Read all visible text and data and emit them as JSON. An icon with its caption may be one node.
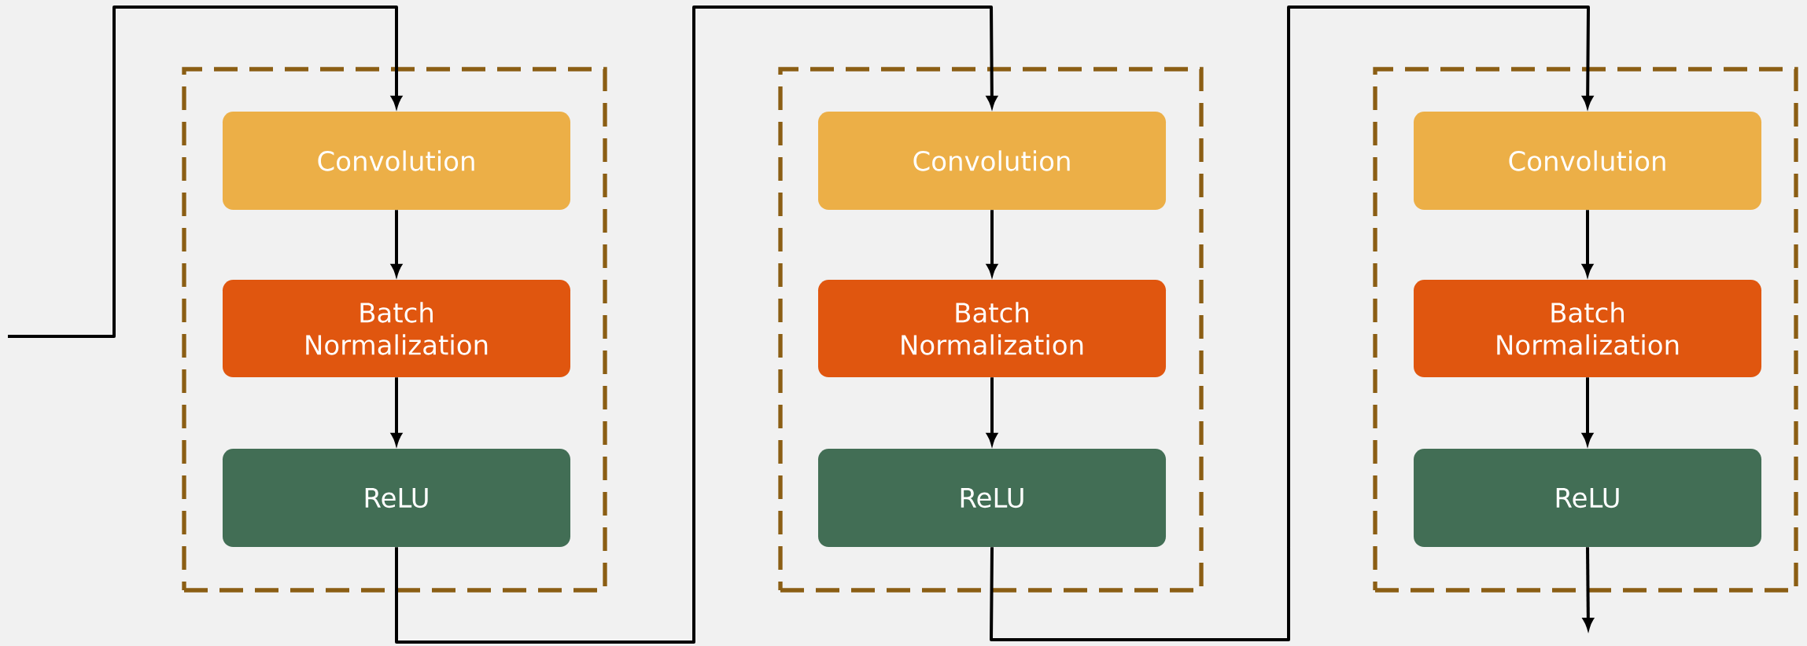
{
  "diagram": {
    "nodes": [
      {
        "text": [],
        "shape": "box"
      },
      {
        "text": [
          "Convolution"
        ],
        "in": 0
      },
      {
        "text": [
          "Batch Normalization"
        ],
        "in": 0
      },
      {
        "text": [
          "ReLU"
        ],
        "in": 0
      },
      {
        "text": [],
        "shape": "box"
      },
      {
        "text": [
          "Convolution"
        ],
        "in": 4
      },
      {
        "text": [
          "Batch Normalization"
        ],
        "in": 4
      },
      {
        "text": [
          "ReLU"
        ],
        "in": 4
      },
      {
        "text": [],
        "shape": "box"
      },
      {
        "text": [
          "Convolution"
        ],
        "in": 8
      },
      {
        "text": [
          "Batch Normalization"
        ],
        "in": 8
      },
      {
        "text": [
          "ReLU"
        ],
        "in": 8
      }
    ],
    "edges": [
      {
        "from": null,
        "to": 1,
        "arrow": "to"
      },
      {
        "from": 1,
        "to": 2,
        "arrow": "to"
      },
      {
        "from": 2,
        "to": 3,
        "arrow": "to"
      },
      {
        "from": 3,
        "to": 5,
        "arrow": "to"
      },
      {
        "from": 5,
        "to": 6,
        "arrow": "to"
      },
      {
        "from": 6,
        "to": 7,
        "arrow": "to"
      },
      {
        "from": 7,
        "to": 9,
        "arrow": "to"
      },
      {
        "from": 9,
        "to": 10,
        "arrow": "to"
      },
      {
        "from": 10,
        "to": 11,
        "arrow": "to"
      },
      {
        "from": 11,
        "to": null,
        "arrow": "to"
      }
    ]
  }
}
